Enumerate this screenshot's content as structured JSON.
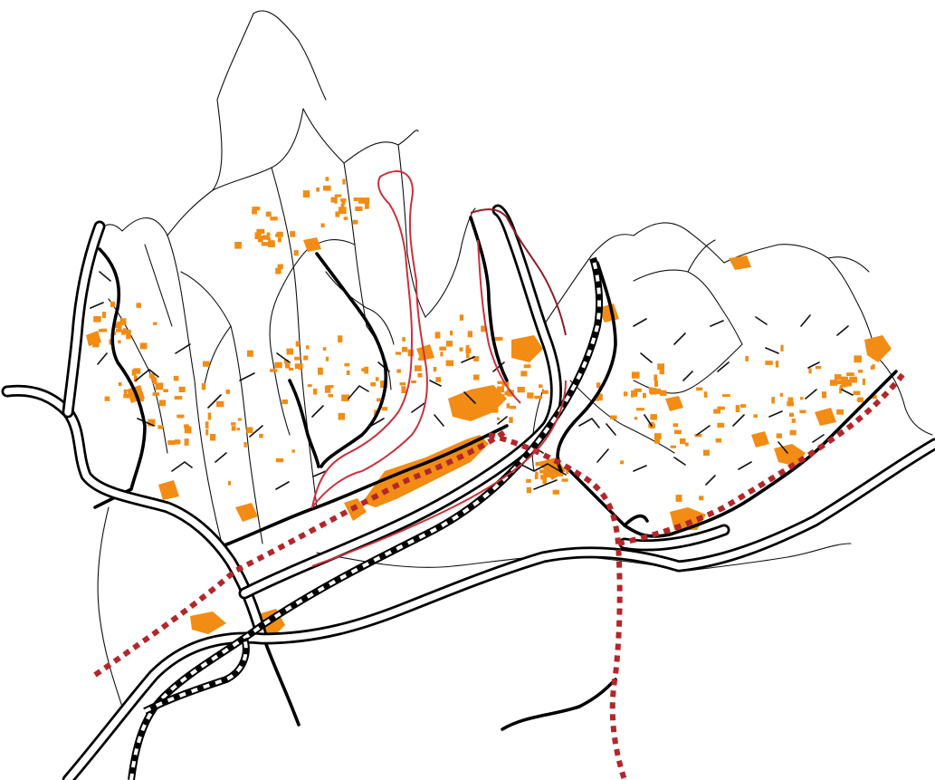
{
  "colors": {
    "background": "#ffffff",
    "built_up": "#f28c14",
    "road_network": "#111111",
    "boundary_dotted": "#b3262a",
    "zone_outline": "#c8323c",
    "zone_outline_dark": "#8c1e28"
  },
  "layers": [
    "ridge-lines",
    "built-up-patches",
    "local-roads",
    "main-roads",
    "expressways",
    "railways",
    "dotted-boundaries",
    "zone-outlines"
  ]
}
